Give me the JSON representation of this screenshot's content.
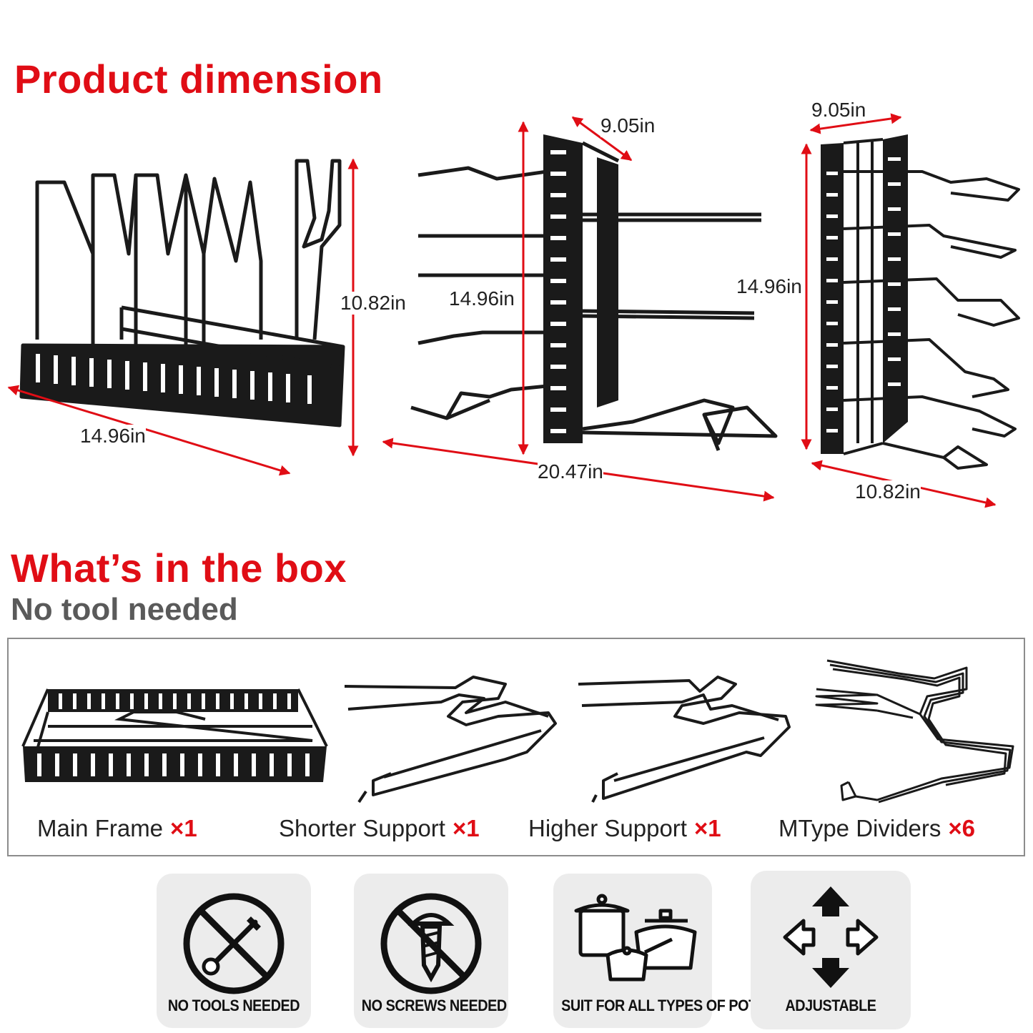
{
  "product_dimension": {
    "heading": "Product dimension",
    "view_left": {
      "width": "14.96in",
      "height": "10.82in"
    },
    "view_middle": {
      "depth": "9.05in",
      "height": "14.96in",
      "length": "20.47in"
    },
    "view_right": {
      "depth": "9.05in",
      "height": "14.96in",
      "width": "10.82in"
    }
  },
  "in_the_box": {
    "heading": "What’s in the box",
    "subheading": "No tool needed",
    "items": [
      {
        "label": "Main Frame",
        "qty": "×1"
      },
      {
        "label": "Shorter Support",
        "qty": "×1"
      },
      {
        "label": "Higher Support",
        "qty": "×1"
      },
      {
        "label": "MType Dividers",
        "qty": "×6"
      }
    ]
  },
  "features": [
    {
      "label": "NO TOOLS NEEDED",
      "icon": "no-tools-icon"
    },
    {
      "label": "NO SCREWS NEEDED",
      "icon": "no-screws-icon"
    },
    {
      "label": "SUIT FOR ALL TYPES OF POTS",
      "icon": "pots-icon"
    },
    {
      "label": "ADJUSTABLE",
      "icon": "adjustable-arrows-icon"
    }
  ],
  "colors": {
    "accent_red": "#e00d15",
    "metal": "#1a1a1a",
    "tile_bg": "#ececec"
  }
}
